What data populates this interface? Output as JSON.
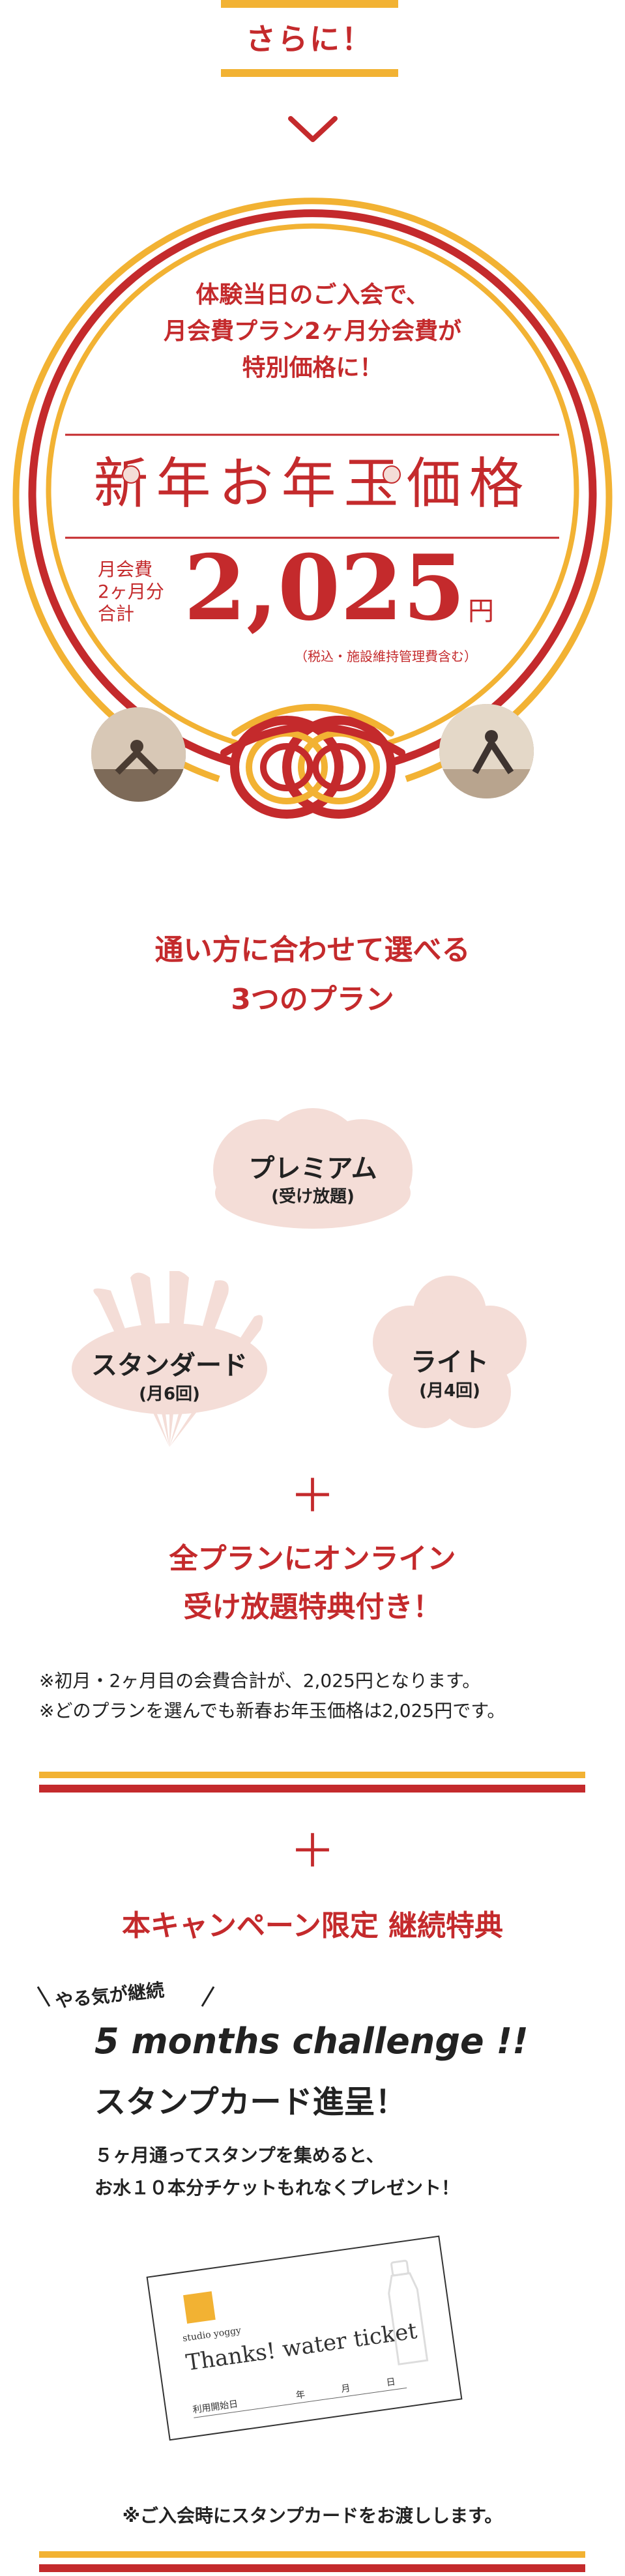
{
  "top_tag": {
    "label": "さらに！"
  },
  "promo": {
    "lines": [
      "体験当日のご入会で、",
      "月会費プラン2ヶ月分会費が",
      "特別価格に！"
    ],
    "banner": "新年お年玉価格",
    "fee_label_lines": [
      "月会費",
      "2ヶ月分",
      "合計"
    ],
    "price": "2,025",
    "price_unit": "円",
    "price_note": "（税込・施設維持管理費含む）"
  },
  "plans_section": {
    "heading_lines": [
      "通い方に合わせて選べる",
      "3つのプラン"
    ],
    "plans": [
      {
        "name": "プレミアム",
        "sub": "(受け放題)"
      },
      {
        "name": "スタンダード",
        "sub": "(月6回)"
      },
      {
        "name": "ライト",
        "sub": "(月4回)"
      }
    ]
  },
  "online": {
    "plus": "＋",
    "lines": [
      "全プランにオンライン",
      "受け放題特典付き！"
    ],
    "notes": [
      "※初月・2ヶ月目の会費合計が、2,025円となります。",
      "※どのプランを選んでも新春お年玉価格は2,025円です。"
    ]
  },
  "campaign": {
    "plus": "＋",
    "heading": "本キャンペーン限定 継続特典",
    "tag": "やる気が継続",
    "title_en": "5 months challenge !!",
    "title_jp": "スタンプカード進呈！",
    "desc_lines": [
      "５ヶ月通ってスタンプを集めると、",
      "お水１０本分チケットもれなくプレゼント！"
    ],
    "ticket": {
      "brand": "studio yoggy",
      "title": "Thanks! water ticket",
      "date_label": "利用開始日",
      "date_fields": [
        "年",
        "月",
        "日"
      ]
    },
    "footnote": "※ご入会時にスタンプカードをお渡しします。"
  },
  "colors": {
    "red": "#c42a2c",
    "yellow": "#f2b233",
    "pink": "#f4ddd7"
  }
}
